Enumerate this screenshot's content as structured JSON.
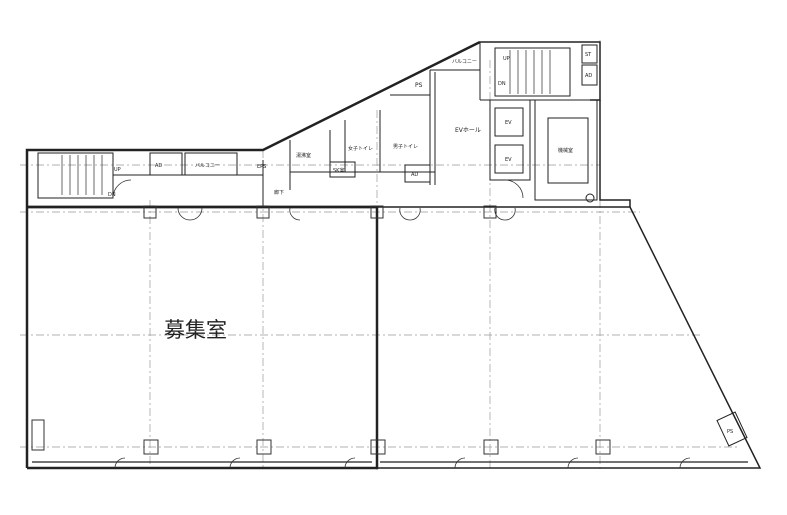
{
  "plan": {
    "main_room": "募集室",
    "labels": {
      "balcony_top": "バルコニー",
      "balcony_left": "バルコニー",
      "ps_top": "PS",
      "ev_hall": "EVホール",
      "womens_toilet": "女子トイレ",
      "mens_toilet": "男子トイレ",
      "kitchenette": "湯沸室",
      "sk_room": "SK室",
      "ad_core": "AD",
      "ad_left": "AD",
      "ad_stair": "AD",
      "eps": "EPS",
      "corridor": "廊下",
      "ev1": "EV",
      "ev2": "EV",
      "machine_room": "機械室",
      "st": "ST",
      "ps_bottom": "PS",
      "up_left": "UP",
      "dn_left": "DN",
      "up_right": "UP",
      "dn_right": "DN"
    }
  }
}
